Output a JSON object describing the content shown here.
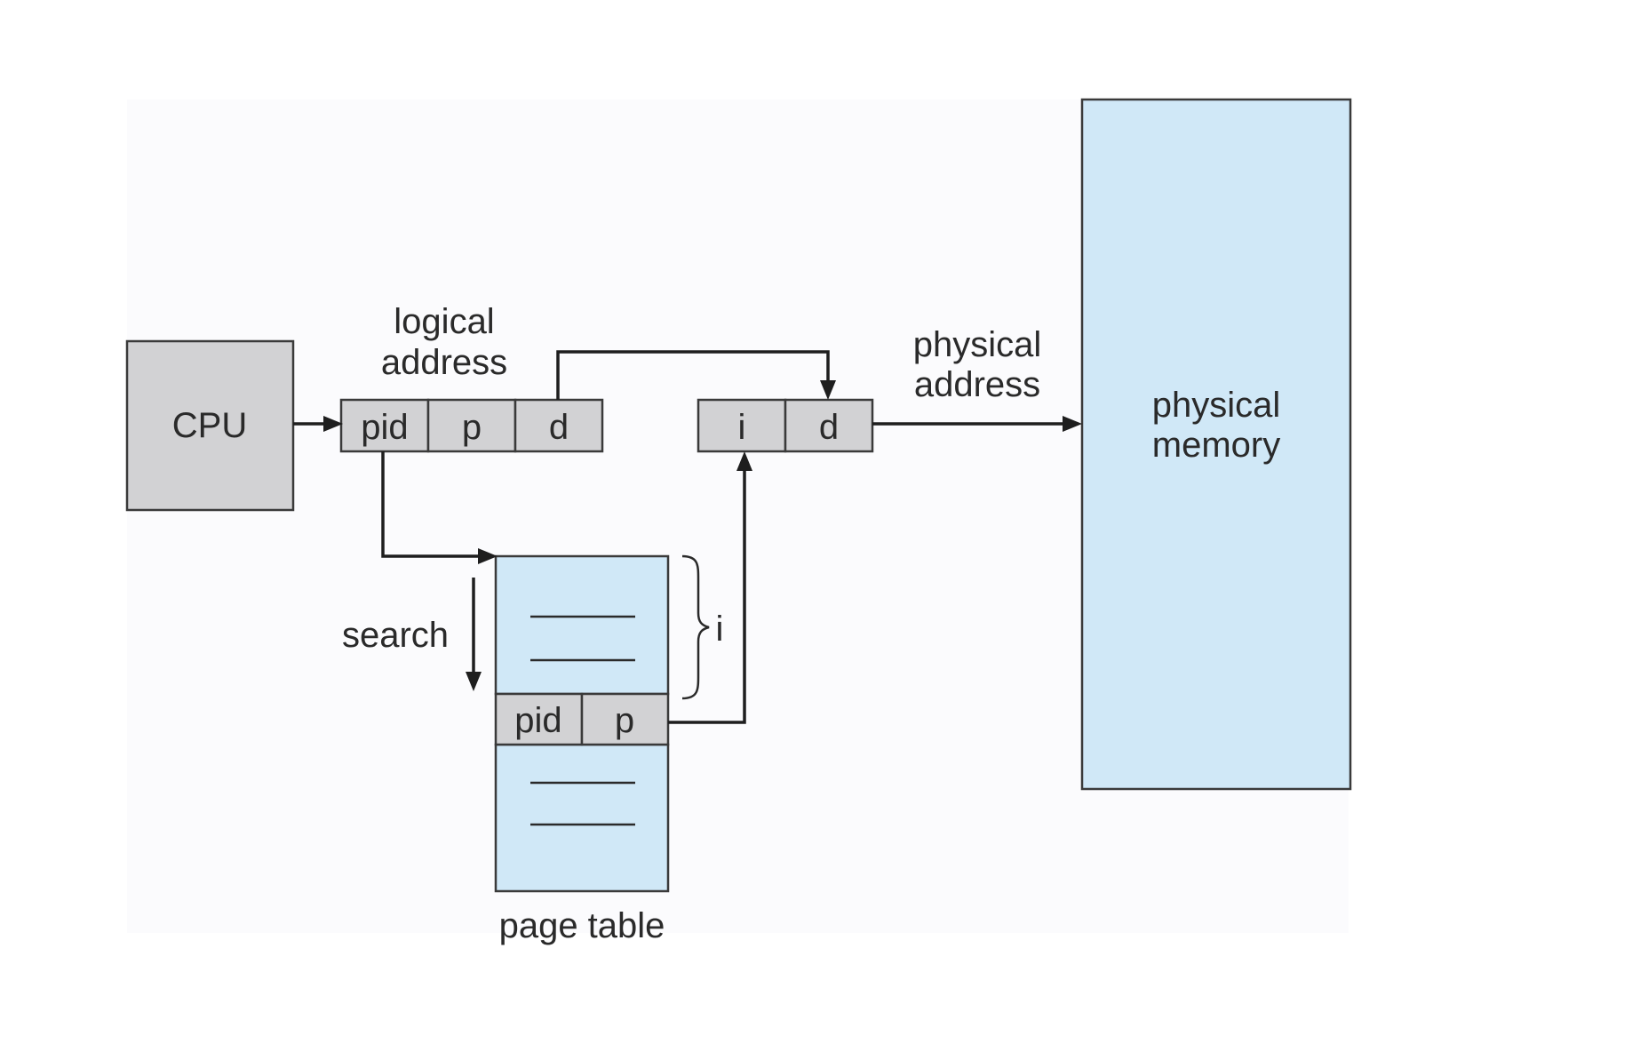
{
  "cpu": {
    "label": "CPU"
  },
  "logical_address": {
    "label_line1": "logical",
    "label_line2": "address",
    "cells": [
      "pid",
      "p",
      "d"
    ]
  },
  "physical_address": {
    "label_line1": "physical",
    "label_line2": "address",
    "cells": [
      "i",
      "d"
    ]
  },
  "physical_memory": {
    "label_line1": "physical",
    "label_line2": "memory"
  },
  "page_table": {
    "label": "page table",
    "entry_cells": [
      "pid",
      "p"
    ],
    "brace_label": "i",
    "search_label": "search"
  },
  "colors": {
    "box_gray": "#d2d2d4",
    "box_blue": "#d0e8f7",
    "background_panel": "#fbfbfd"
  }
}
